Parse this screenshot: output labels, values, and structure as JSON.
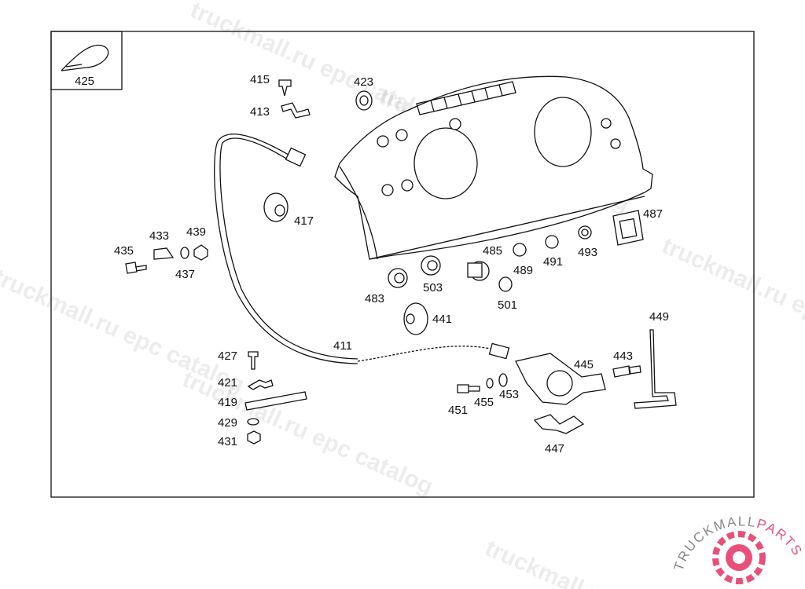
{
  "diagram": {
    "callouts": [
      {
        "id": "425",
        "text": "425"
      },
      {
        "id": "415",
        "text": "415"
      },
      {
        "id": "413",
        "text": "413"
      },
      {
        "id": "423",
        "text": "423"
      },
      {
        "id": "417",
        "text": "417"
      },
      {
        "id": "433",
        "text": "433"
      },
      {
        "id": "439",
        "text": "439"
      },
      {
        "id": "435",
        "text": "435"
      },
      {
        "id": "437",
        "text": "437"
      },
      {
        "id": "487",
        "text": "487"
      },
      {
        "id": "485",
        "text": "485"
      },
      {
        "id": "491",
        "text": "491"
      },
      {
        "id": "493",
        "text": "493"
      },
      {
        "id": "489",
        "text": "489"
      },
      {
        "id": "483",
        "text": "483"
      },
      {
        "id": "503",
        "text": "503"
      },
      {
        "id": "501",
        "text": "501"
      },
      {
        "id": "441",
        "text": "441"
      },
      {
        "id": "449",
        "text": "449"
      },
      {
        "id": "411",
        "text": "411"
      },
      {
        "id": "427",
        "text": "427"
      },
      {
        "id": "445",
        "text": "445"
      },
      {
        "id": "443",
        "text": "443"
      },
      {
        "id": "421",
        "text": "421"
      },
      {
        "id": "419",
        "text": "419"
      },
      {
        "id": "451",
        "text": "451"
      },
      {
        "id": "455",
        "text": "455"
      },
      {
        "id": "453",
        "text": "453"
      },
      {
        "id": "429",
        "text": "429"
      },
      {
        "id": "431",
        "text": "431"
      },
      {
        "id": "447",
        "text": "447"
      }
    ]
  },
  "watermarks": [
    "truckmall.ru epc catalog",
    "truckmall.ru epc catalog",
    "truckmall.ru epc catalog",
    "truckmall.ru epc catalog",
    "truckmall.ru epc catalog"
  ],
  "logo": {
    "text_a": "TRUCKMALL",
    "text_b": "PARTS",
    "color_a": "#888888",
    "color_b": "#e8507a"
  }
}
